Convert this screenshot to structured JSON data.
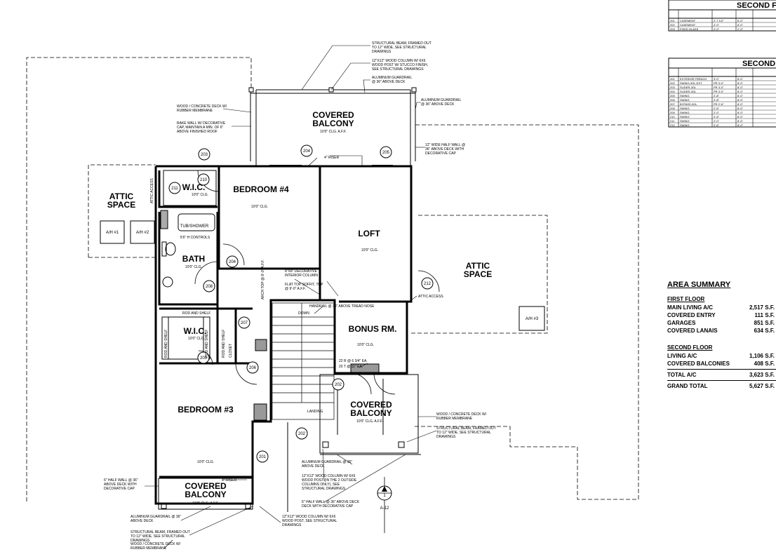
{
  "schedules": {
    "windows": {
      "title": "SECOND F",
      "rows": [
        {
          "no": "201",
          "style": "CASEMENT",
          "width": "2'-7 1/2\"",
          "height": "6'-0\""
        },
        {
          "no": "202",
          "style": "CASEMENT",
          "width": "2'-0\"",
          "height": "6'-0\""
        },
        {
          "no": "203",
          "style": "FIXED GLASS",
          "width": "2'-0\"",
          "height": "2'-0\""
        }
      ]
    },
    "doors": {
      "title": "SECOND",
      "rows": [
        {
          "no": "201",
          "style": "EXTERIOR FRENCH",
          "width": "3'-0\"",
          "height": "8'-0\""
        },
        {
          "no": "202",
          "style": "SWING-3GL-EXT",
          "width": "PR 3'-0\"",
          "height": "8'-0\""
        },
        {
          "no": "203",
          "style": "SLIDER-3GL",
          "width": "PR 3'-0\"",
          "height": "8'-0\""
        },
        {
          "no": "204",
          "style": "SLIDER-3GL",
          "width": "PR 3'-0\"",
          "height": "8'-0\""
        },
        {
          "no": "205",
          "style": "SWING",
          "width": "2'-8\"",
          "height": "8'-0\""
        },
        {
          "no": "206",
          "style": "SWING",
          "width": "2'-8\"",
          "height": "8'-0\""
        },
        {
          "no": "207",
          "style": "BYPASS-3GL",
          "width": "PR 2'-6\"",
          "height": "8'-0\""
        },
        {
          "no": "208",
          "style": "SWING",
          "width": "2'-6\"",
          "height": "8'-0\""
        },
        {
          "no": "209",
          "style": "SWING",
          "width": "2'-0\"",
          "height": "8'-0\""
        },
        {
          "no": "210",
          "style": "SWING",
          "width": "2'-6\"",
          "height": "8'-0\""
        },
        {
          "no": "211",
          "style": "SWING",
          "width": "2'-0\"",
          "height": "8'-0\""
        },
        {
          "no": "212",
          "style": "SWING",
          "width": "2'-6\"",
          "height": "8'-0\""
        }
      ]
    }
  },
  "rooms": {
    "attic_left": {
      "line1": "ATTIC",
      "line2": "SPACE"
    },
    "ahu1": "A/H #1",
    "ahu2": "A/H #2",
    "wic_top": {
      "name": "W.I.C.",
      "ceiling": "10'0\" CLG."
    },
    "bedroom4": {
      "name": "BEDROOM #4",
      "ceiling": "10'0\" CLG."
    },
    "loft": {
      "name": "LOFT",
      "ceiling": "10'0\" CLG."
    },
    "bath": {
      "name": "BATH",
      "ceiling": "10'0\" CLG."
    },
    "tub_label": "TUB/SHOWER",
    "controls_label": "5'6\" H CONTROLS",
    "attic_right": {
      "line1": "ATTIC",
      "line2": "SPACE"
    },
    "ahu3": "A/H #3",
    "wic_mid": {
      "name": "W.I.C.",
      "ceiling": "10'0\" CLG."
    },
    "bonus": {
      "name": "BONUS RM.",
      "ceiling": "10'0\" CLG."
    },
    "bedroom3": {
      "name": "BEDROOM #3",
      "ceiling": "10'0\" CLG."
    },
    "balcony_top": {
      "line1": "COVERED",
      "line2": "BALCONY",
      "ceiling": "10'0\" CLG. A.F.F."
    },
    "balcony_right": {
      "line1": "COVERED",
      "line2": "BALCONY",
      "ceiling": "10'0\" CLG. A.F.F."
    },
    "balcony_bottom": {
      "line1": "COVERED",
      "line2": "BALCONY",
      "ceiling": "10'0\" CLG. A.F.F."
    }
  },
  "tags": [
    "201",
    "202",
    "203",
    "204",
    "205",
    "206",
    "207",
    "208",
    "209",
    "210",
    "211",
    "212",
    "203",
    "204",
    "205"
  ],
  "stairs": {
    "down": "DOWN",
    "landing": "LANDING",
    "handrail": "HANDRAIL @ 36\" ABOVE TREAD NOSE",
    "risers": "22 R @ 6 3/4\" EA.",
    "treads": "20 T @ 11\" EA."
  },
  "labels": {
    "closet": "CLOSET",
    "rod_shelf_1": "ROD AND SHELF",
    "rod_shelf_2": "ROD AND SHELF",
    "rod_shelf_3": "ROD AND SHELF",
    "rod_shelf_4": "ROD AND SHELF",
    "attic_access_left": "ATTIC ACCESS",
    "attic_access_right": "ATTIC ACCESS",
    "riser_top": "4\" RISER",
    "riser_bottom": "4\" RISER",
    "section_mark": "1",
    "section_sheet": "A-12",
    "arch_top": "ARCH TOP @ 8'-0\" A.F.F."
  },
  "notes": {
    "beam_top": [
      "STRUCTURAL BEAM, FRAMED OUT",
      "TO 12\" WIDE, SEE STRUCTURAL",
      "DRAWINGS"
    ],
    "column_top": [
      "12\"X12\" WOOD COLUMN W/ 6X6",
      "WOOD POST W/ STUCCO FINISH,",
      "SEE STRUCTURAL DRAWINGS"
    ],
    "guardrail_top": [
      "ALUMINUM GUARDRAIL",
      "@ 36\" ABOVE DECK"
    ],
    "guardrail_right": [
      "ALUMINUM GUARDRAIL",
      "@ 36\" ABOVE DECK"
    ],
    "deck_left": [
      "WOOD / CONCRETE DECK W/",
      "RUBBER MEMBRANE"
    ],
    "rake_wall": [
      "RAKE WALL W/ DECORATIVE",
      "CAP, MAINTAIN A MIN. OF 6\"",
      "ABOVE FINISHED ROOF"
    ],
    "half_wall_right": [
      "12\" WIDE HALF WALL @",
      "36\" ABOVE DECK WITH",
      "DECORATIVE CAP"
    ],
    "interior_column": [
      "8\"X8\" DECORATIVE",
      "INTERIOR COLUMN"
    ],
    "soffit": [
      "FLAT TOP SOFFIT, TOP",
      "@ 9'-0\" A.F.F."
    ],
    "deck_right": [
      "WOOD / CONCRETE DECK W/",
      "RUBBER MEMBRANE"
    ],
    "beam_right": [
      "STRUCTURAL BEAM, FRAMED OUT",
      "TO 12\" WIDE, SEE STRUCTURAL",
      "DRAWINGS"
    ],
    "guardrail_mid": [
      "ALUMINUM GUARDRAIL @ 36\"",
      "ABOVE DECK"
    ],
    "column_mid": [
      "12\"X12\" WOOD COLUMN W/ 6X6",
      "WOOD POST (IN THE 2 OUTSIDE",
      "COLUMNS ONLY), SEE",
      "STRUCTURAL DRAWINGS"
    ],
    "half_wall_mid": [
      "6\" HALF WALL @ 36\" ABOVE DECK",
      "DECK WITH DECORATIVE CAP"
    ],
    "half_wall_left": [
      "6\" HALF WALL @ 36\"",
      "ABOVE DECK WITH",
      "DECORATIVE CAP"
    ],
    "guardrail_bottom": [
      "ALUMINUM GUARDRAIL @ 36\"",
      "ABOVE DECK"
    ],
    "beam_bottom": [
      "STRUCTURAL BEAM, FRAMED OUT",
      "TO 12\" WIDE, SEE STRUCTURAL",
      "DRAWINGS"
    ],
    "deck_bottom": [
      "WOOD / CONCRETE DECK W/",
      "RUBBER MEMBRANE"
    ],
    "column_bottom": [
      "12\"X12\" WOOD COLUMN W/ 6X6",
      "WOOD POST, SEE STRUCTURAL",
      "DRAWINGS"
    ]
  },
  "area_summary": {
    "title": "AREA SUMMARY",
    "first_floor": {
      "label": "FIRST FLOOR",
      "rows": [
        {
          "label": "MAIN LIVING A/C",
          "value": "2,517 S.F."
        },
        {
          "label": "COVERED ENTRY",
          "value": "111 S.F."
        },
        {
          "label": "GARAGES",
          "value": "851 S.F."
        },
        {
          "label": "COVERED LANAIS",
          "value": "634 S.F."
        }
      ]
    },
    "second_floor": {
      "label": "SECOND FLOOR",
      "rows": [
        {
          "label": "LIVING A/C",
          "value": "1,106 S.F."
        },
        {
          "label": "COVERED BALCONIES",
          "value": "408 S.F."
        }
      ]
    },
    "total_ac": {
      "label": "TOTAL A/C",
      "value": "3,623 S.F."
    },
    "grand_total": {
      "label": "GRAND TOTAL",
      "value": "5,627 S.F."
    }
  }
}
